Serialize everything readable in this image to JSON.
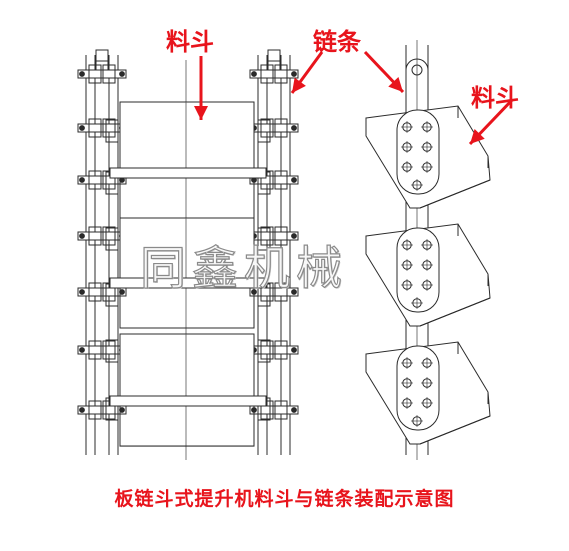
{
  "labels": {
    "bucket_left": "料斗",
    "chain": "链条",
    "bucket_right": "料斗"
  },
  "caption": "板链斗式提升机料斗与链条装配示意图",
  "watermark": "同鑫机械",
  "colors": {
    "annotation": "#e8141c",
    "line": "#2b2b2b",
    "centerline": "#555555"
  }
}
